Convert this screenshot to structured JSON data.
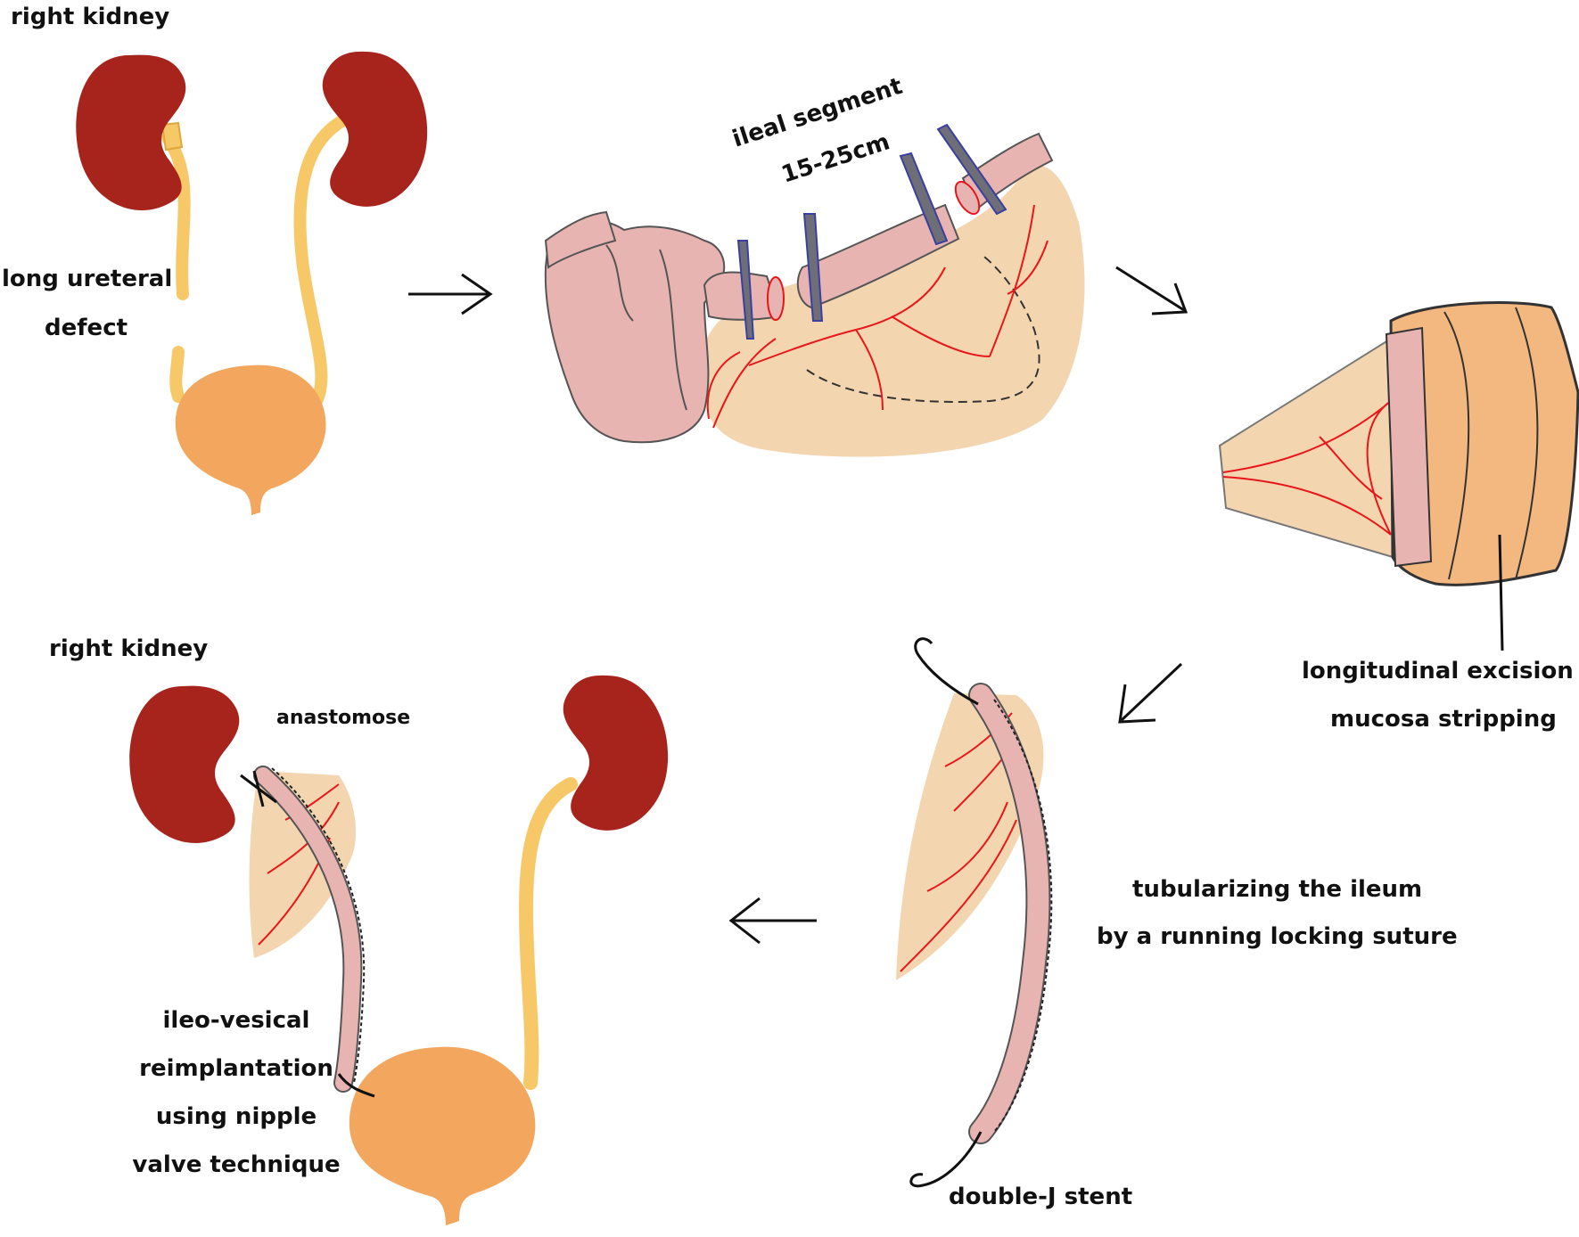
{
  "labels": {
    "step1_title": "right kidney",
    "step1_defect_1": "long ureteral",
    "step1_defect_2": "defect",
    "step2_segment_1": "ileal segment",
    "step2_segment_2": "15-25cm",
    "step3_1": "longitudinal excision",
    "step3_2": "mucosa stripping",
    "step4_1": "tubularizing the ileum",
    "step4_2": "by a running locking suture",
    "step4_stent": "double-J stent",
    "step5_title": "right kidney",
    "step5_anastomose": "anastomose",
    "step5_reimp_1": "ileo-vesical",
    "step5_reimp_2": "reimplantation",
    "step5_reimp_3": "using nipple",
    "step5_reimp_4": "valve technique"
  },
  "colors": {
    "kidney": "#A6241C",
    "ureter": "#F7C868",
    "bladder": "#F2A65E",
    "mesentery": "#F3D5AF",
    "ileum": "#E8B4B2",
    "vessel": "#E8161B",
    "clamp": "#6E6E78",
    "clamp_edge": "#3B3FA0",
    "outline": "#555555"
  },
  "icons": [
    "arrow-right-icon",
    "arrow-down-right-icon",
    "arrow-down-left-icon",
    "arrow-left-icon"
  ]
}
